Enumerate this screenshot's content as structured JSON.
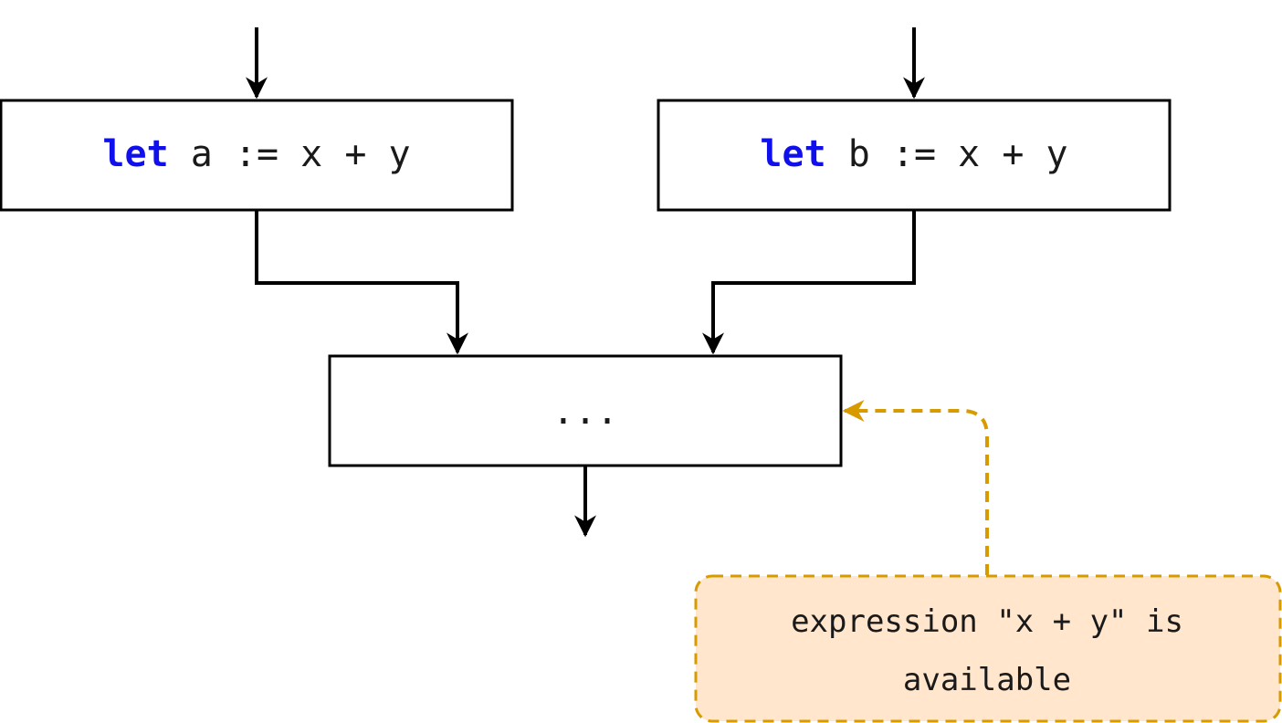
{
  "blocks": {
    "left": {
      "keyword": "let",
      "code": " a := x + y"
    },
    "right": {
      "keyword": "let",
      "code": " b := x + y"
    },
    "merge": {
      "text": "..."
    }
  },
  "note": {
    "line1": "expression \"x + y\" is",
    "line2": "available"
  },
  "colors": {
    "keyword": "#1010ee",
    "note_fill": "#ffe6cc",
    "note_stroke": "#d79b00",
    "line": "#000000"
  }
}
